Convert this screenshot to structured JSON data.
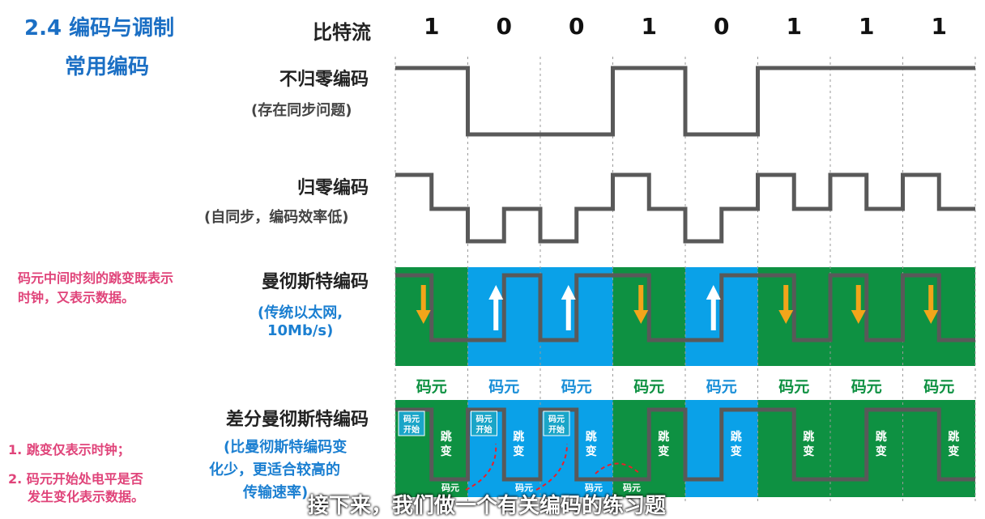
{
  "header": {
    "section": "2.4 编码与调制",
    "topic": "常用编码"
  },
  "bitstream": {
    "label": "比特流",
    "bits": [
      "1",
      "0",
      "0",
      "1",
      "0",
      "1",
      "1",
      "1"
    ]
  },
  "nrz": {
    "label": "不归零编码",
    "note": "(存在同步问题)"
  },
  "rz": {
    "label": "归零编码",
    "note": "(自同步，编码效率低)"
  },
  "manchester": {
    "label": "曼彻斯特编码",
    "note_line1": "(传统以太网,",
    "note_line2": "10Mb/s)",
    "side_note_line1": "码元中间时刻的跳变既表示",
    "side_note_line2": "时钟，又表示数据。",
    "cell_label": "码元"
  },
  "diff_manchester": {
    "label": "差分曼彻斯特编码",
    "note_line1": "(比曼彻斯特编码变",
    "note_line2": "化少，更适合较高的",
    "note_line3": "传输速率)",
    "side_note_1": "1. 跳变仅表示时钟；",
    "side_note_2_line1": "2. 码元开始处电平是否",
    "side_note_2_line2": "发生变化表示数据。",
    "start_label": "码元开始",
    "jump_label": "跳变",
    "small_label": "码元"
  },
  "subtitle": "接下来，我们做一个有关编码的练习题",
  "colors": {
    "green": "#0e9142",
    "blue": "#0aa1e8",
    "wave": "#595959",
    "arrow_down": "#f2a51a",
    "arrow_up": "#ffffff",
    "title": "#1b6fc4",
    "note": "#e0447a"
  }
}
